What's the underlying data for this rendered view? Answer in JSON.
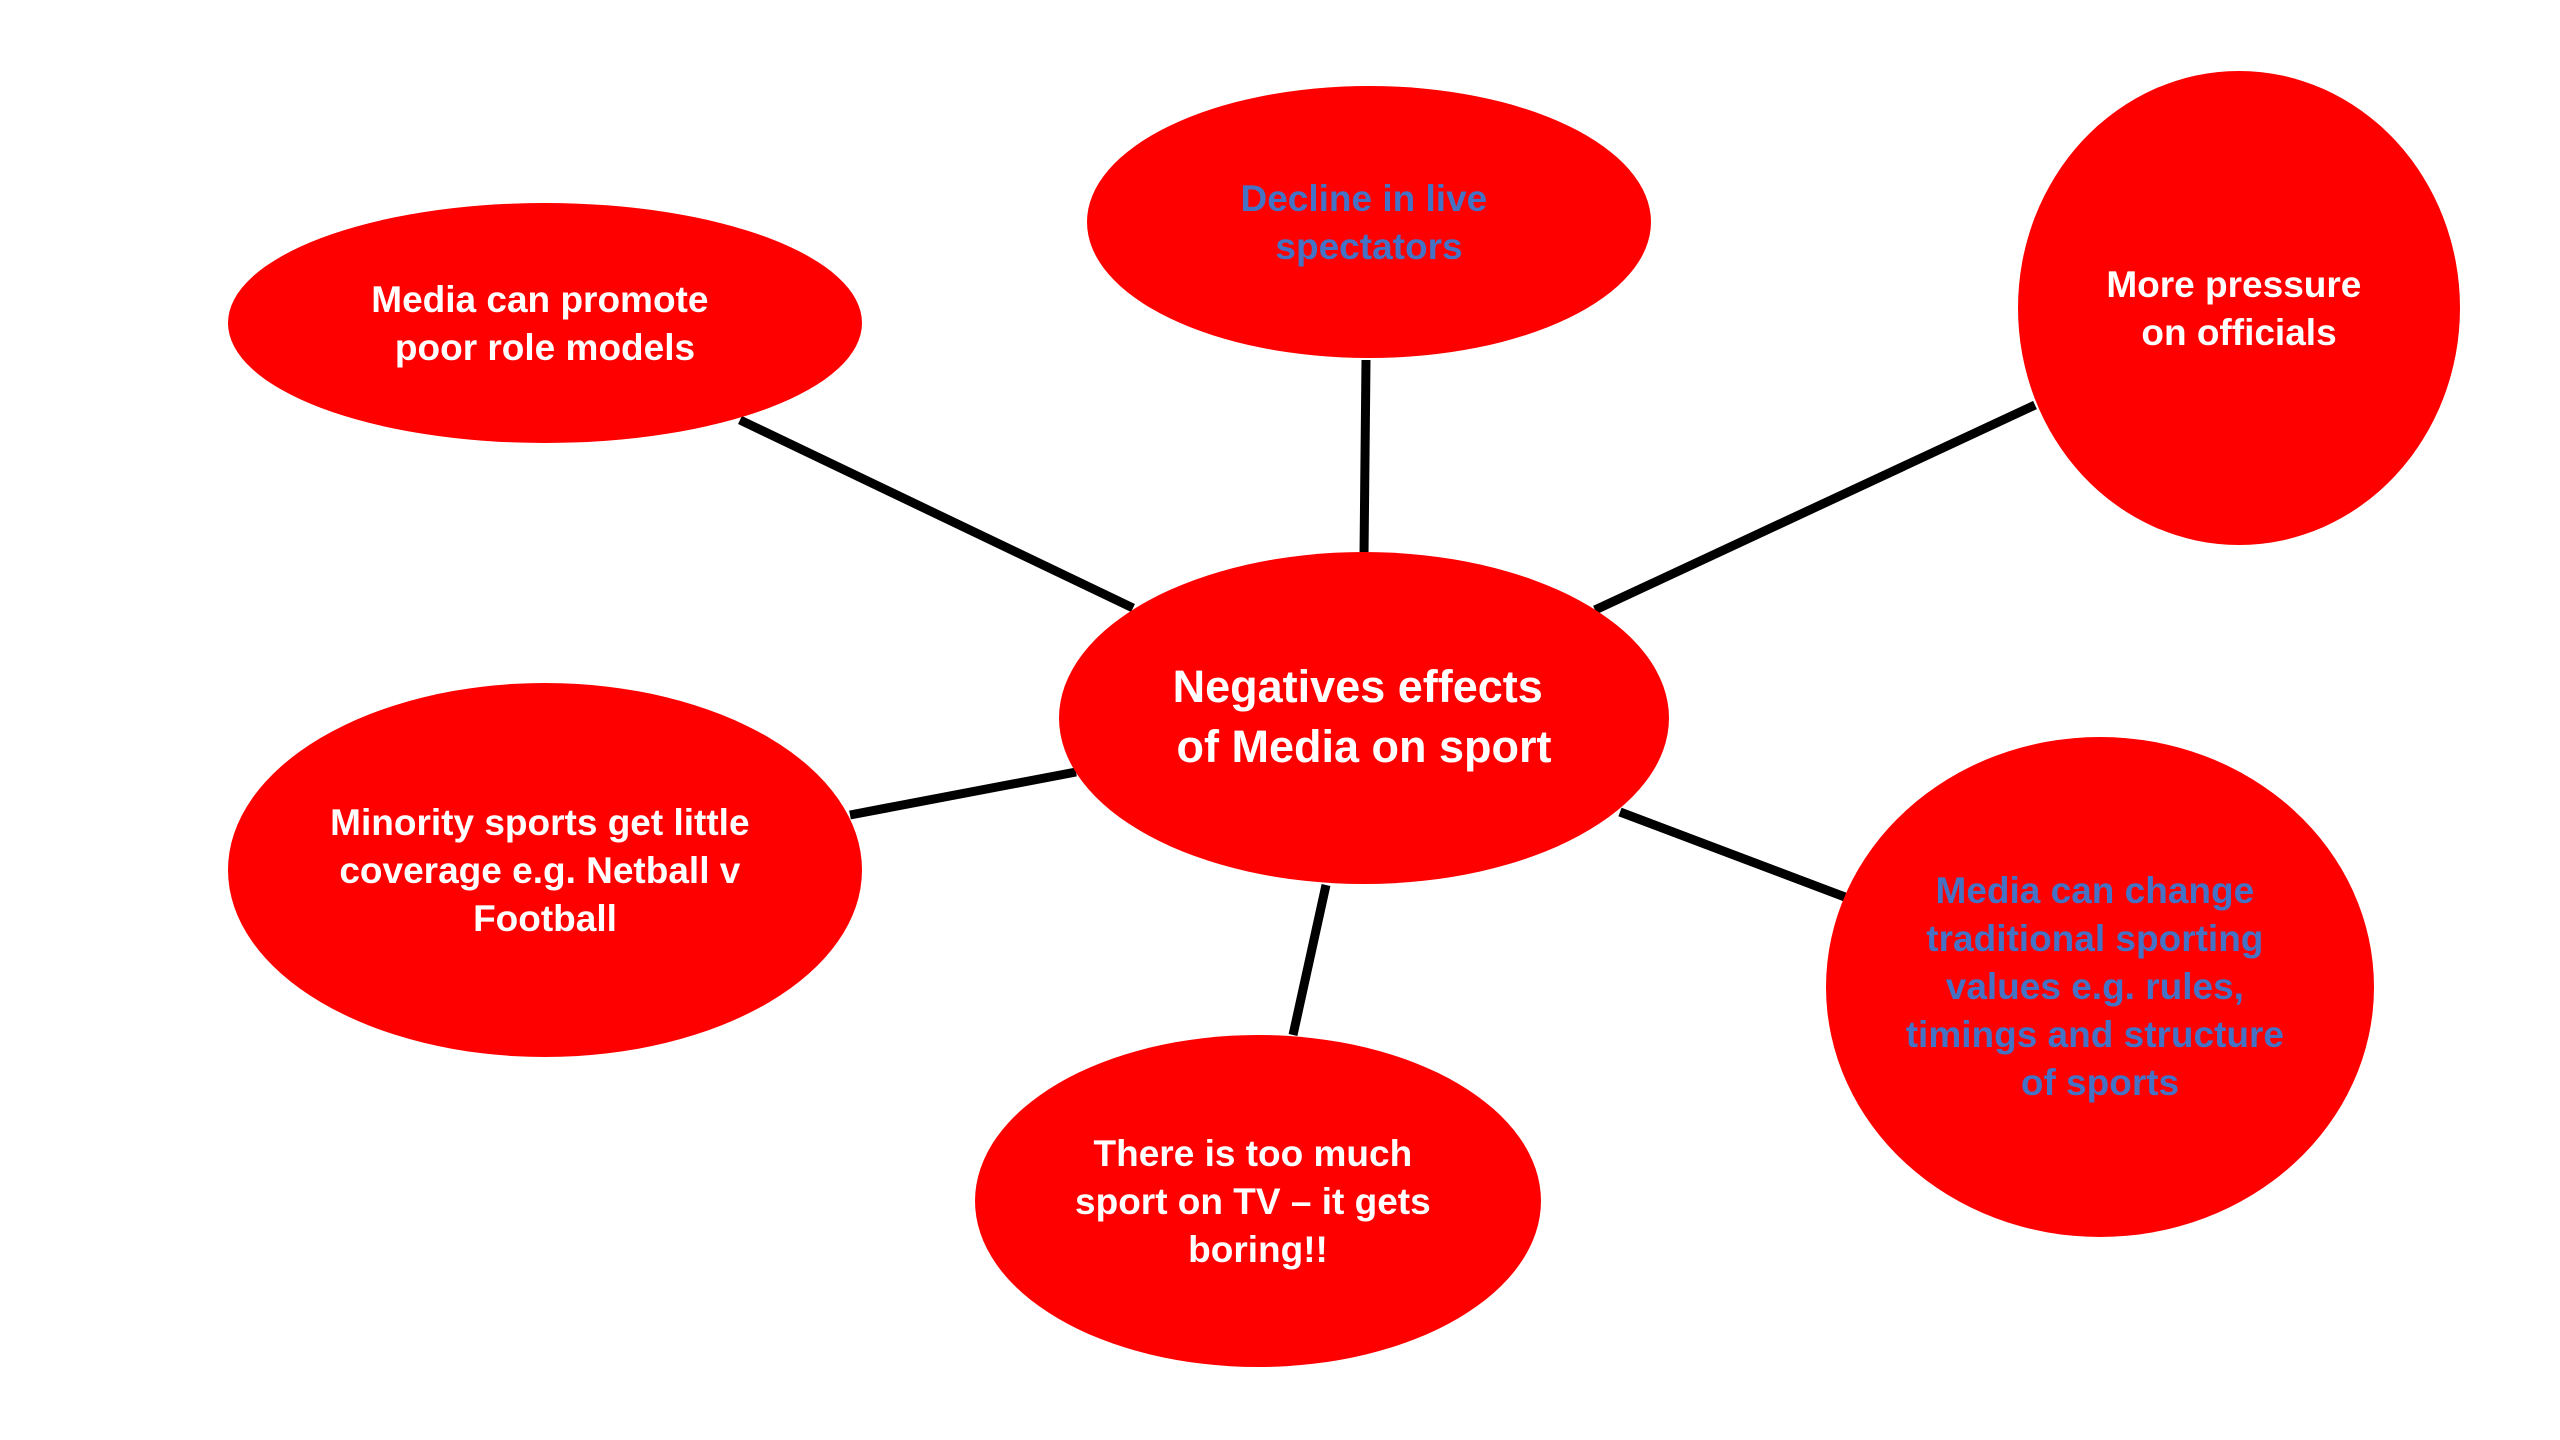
{
  "colors": {
    "bubble_fill": "#ff0000",
    "white_text": "#ffffff",
    "blue_text": "#4472c4",
    "connector": "#000000",
    "background": "#ffffff"
  },
  "center": {
    "lines": [
      "Negatives effects",
      "of Media on sport"
    ],
    "text_color": "#ffffff"
  },
  "nodes": [
    {
      "id": "role-models",
      "lines": [
        "Media can promote",
        "poor role models"
      ],
      "text_color": "#ffffff"
    },
    {
      "id": "live-spectators",
      "lines": [
        "Decline in live",
        "spectators"
      ],
      "text_color": "#4472c4"
    },
    {
      "id": "officials",
      "lines": [
        "More pressure",
        "on officials"
      ],
      "text_color": "#ffffff"
    },
    {
      "id": "minority-sports",
      "lines": [
        "Minority sports get little",
        "coverage e.g. Netball v",
        "Football"
      ],
      "text_color": "#ffffff"
    },
    {
      "id": "too-much-sport",
      "lines": [
        "There is too much",
        "sport on TV – it gets",
        "boring!!"
      ],
      "text_color": "#ffffff"
    },
    {
      "id": "traditional-values",
      "lines": [
        "Media can change",
        "traditional sporting",
        "values e.g. rules,",
        "timings and structure",
        "of sports"
      ],
      "text_color": "#4472c4"
    }
  ]
}
